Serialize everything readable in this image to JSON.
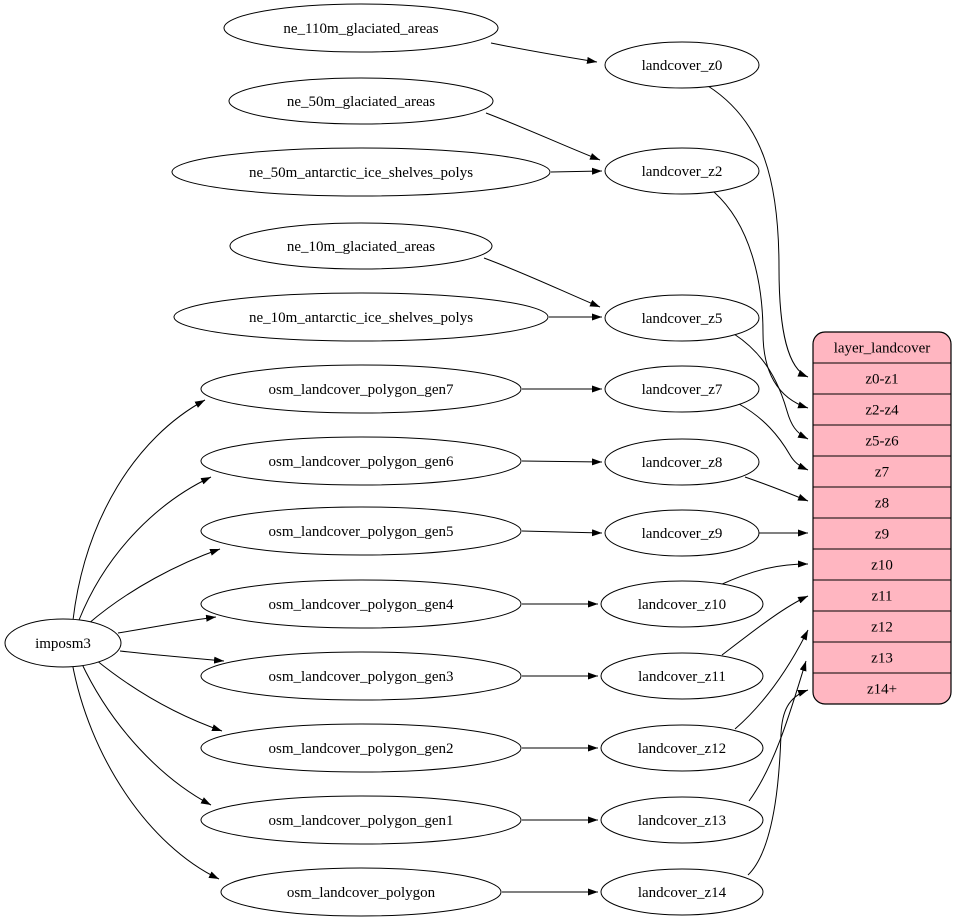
{
  "diagram": {
    "kind": "graphviz-dependency-graph",
    "background_color": "#ffffff",
    "node_fill_color": "#ffffff",
    "node_stroke_color": "#000000",
    "edge_color": "#000000",
    "nodes": [
      {
        "id": "imposm3",
        "label": "imposm3"
      },
      {
        "id": "ne_110m_glaciated_areas",
        "label": "ne_110m_glaciated_areas"
      },
      {
        "id": "ne_50m_glaciated_areas",
        "label": "ne_50m_glaciated_areas"
      },
      {
        "id": "ne_50m_antarctic_ice_shelves_polys",
        "label": "ne_50m_antarctic_ice_shelves_polys"
      },
      {
        "id": "ne_10m_glaciated_areas",
        "label": "ne_10m_glaciated_areas"
      },
      {
        "id": "ne_10m_antarctic_ice_shelves_polys",
        "label": "ne_10m_antarctic_ice_shelves_polys"
      },
      {
        "id": "osm_landcover_polygon_gen7",
        "label": "osm_landcover_polygon_gen7"
      },
      {
        "id": "osm_landcover_polygon_gen6",
        "label": "osm_landcover_polygon_gen6"
      },
      {
        "id": "osm_landcover_polygon_gen5",
        "label": "osm_landcover_polygon_gen5"
      },
      {
        "id": "osm_landcover_polygon_gen4",
        "label": "osm_landcover_polygon_gen4"
      },
      {
        "id": "osm_landcover_polygon_gen3",
        "label": "osm_landcover_polygon_gen3"
      },
      {
        "id": "osm_landcover_polygon_gen2",
        "label": "osm_landcover_polygon_gen2"
      },
      {
        "id": "osm_landcover_polygon_gen1",
        "label": "osm_landcover_polygon_gen1"
      },
      {
        "id": "osm_landcover_polygon",
        "label": "osm_landcover_polygon"
      },
      {
        "id": "landcover_z0",
        "label": "landcover_z0"
      },
      {
        "id": "landcover_z2",
        "label": "landcover_z2"
      },
      {
        "id": "landcover_z5",
        "label": "landcover_z5"
      },
      {
        "id": "landcover_z7",
        "label": "landcover_z7"
      },
      {
        "id": "landcover_z8",
        "label": "landcover_z8"
      },
      {
        "id": "landcover_z9",
        "label": "landcover_z9"
      },
      {
        "id": "landcover_z10",
        "label": "landcover_z10"
      },
      {
        "id": "landcover_z11",
        "label": "landcover_z11"
      },
      {
        "id": "landcover_z12",
        "label": "landcover_z12"
      },
      {
        "id": "landcover_z13",
        "label": "landcover_z13"
      },
      {
        "id": "landcover_z14",
        "label": "landcover_z14"
      }
    ],
    "record": {
      "title": "layer_landcover",
      "fill_color": "#ffb6c1",
      "stroke_color": "#000000",
      "rows": [
        "z0-z1",
        "z2-z4",
        "z5-z6",
        "z7",
        "z8",
        "z9",
        "z10",
        "z11",
        "z12",
        "z13",
        "z14+"
      ]
    },
    "edges": [
      {
        "from": "ne_110m_glaciated_areas",
        "to": "landcover_z0"
      },
      {
        "from": "ne_50m_glaciated_areas",
        "to": "landcover_z2"
      },
      {
        "from": "ne_50m_antarctic_ice_shelves_polys",
        "to": "landcover_z2"
      },
      {
        "from": "ne_10m_glaciated_areas",
        "to": "landcover_z5"
      },
      {
        "from": "ne_10m_antarctic_ice_shelves_polys",
        "to": "landcover_z5"
      },
      {
        "from": "osm_landcover_polygon_gen7",
        "to": "landcover_z7"
      },
      {
        "from": "osm_landcover_polygon_gen6",
        "to": "landcover_z8"
      },
      {
        "from": "osm_landcover_polygon_gen5",
        "to": "landcover_z9"
      },
      {
        "from": "osm_landcover_polygon_gen4",
        "to": "landcover_z10"
      },
      {
        "from": "osm_landcover_polygon_gen3",
        "to": "landcover_z11"
      },
      {
        "from": "osm_landcover_polygon_gen2",
        "to": "landcover_z12"
      },
      {
        "from": "osm_landcover_polygon_gen1",
        "to": "landcover_z13"
      },
      {
        "from": "osm_landcover_polygon",
        "to": "landcover_z14"
      },
      {
        "from": "imposm3",
        "to": "osm_landcover_polygon_gen7"
      },
      {
        "from": "imposm3",
        "to": "osm_landcover_polygon_gen6"
      },
      {
        "from": "imposm3",
        "to": "osm_landcover_polygon_gen5"
      },
      {
        "from": "imposm3",
        "to": "osm_landcover_polygon_gen4"
      },
      {
        "from": "imposm3",
        "to": "osm_landcover_polygon_gen3"
      },
      {
        "from": "imposm3",
        "to": "osm_landcover_polygon_gen2"
      },
      {
        "from": "imposm3",
        "to": "osm_landcover_polygon_gen1"
      },
      {
        "from": "imposm3",
        "to": "osm_landcover_polygon"
      },
      {
        "from": "landcover_z0",
        "to": "layer_landcover:z0-z1"
      },
      {
        "from": "landcover_z2",
        "to": "layer_landcover:z2-z4"
      },
      {
        "from": "landcover_z5",
        "to": "layer_landcover:z5-z6"
      },
      {
        "from": "landcover_z7",
        "to": "layer_landcover:z7"
      },
      {
        "from": "landcover_z8",
        "to": "layer_landcover:z8"
      },
      {
        "from": "landcover_z9",
        "to": "layer_landcover:z9"
      },
      {
        "from": "landcover_z10",
        "to": "layer_landcover:z10"
      },
      {
        "from": "landcover_z11",
        "to": "layer_landcover:z11"
      },
      {
        "from": "landcover_z12",
        "to": "layer_landcover:z12"
      },
      {
        "from": "landcover_z13",
        "to": "layer_landcover:z13"
      },
      {
        "from": "landcover_z14",
        "to": "layer_landcover:z14+"
      }
    ]
  }
}
